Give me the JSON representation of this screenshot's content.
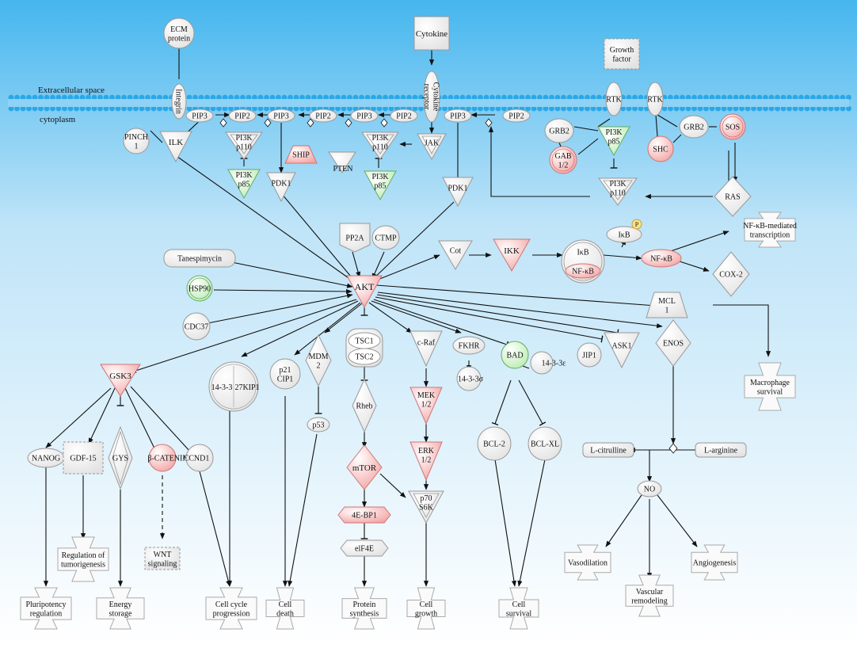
{
  "membrane": {
    "extracellular_label": "Extracellular space",
    "cytoplasm_label": "cytoplasm"
  },
  "nodes": {
    "ecm": [
      "ECM",
      "protein"
    ],
    "integrin": "Integrin",
    "cytokine": "Cytokine",
    "cyto_receptor": "Cytokine receptor",
    "growth_factor": [
      "Growth",
      "factor"
    ],
    "rtk1": "RTK",
    "rtk2": "RTK",
    "pip3_a": "PIP3",
    "pip2_a": "PIP2",
    "pip3_b": "PIP3",
    "pip2_b": "PIP2",
    "pip3_c": "PIP3",
    "pip2_c": "PIP2",
    "pip3_d": "PIP3",
    "pip2_d": "PIP2",
    "pinch": [
      "PINCH",
      "1"
    ],
    "ilk": "ILK",
    "pi3k_p110_a": [
      "PI3K",
      "p110"
    ],
    "pi3k_p85_a": [
      "PI3K",
      "p85"
    ],
    "ship": "SHIP",
    "pten": "PTEN",
    "pi3k_p110_b": [
      "PI3K",
      "p110"
    ],
    "pi3k_p85_b": [
      "PI3K",
      "p85"
    ],
    "jak": "JAK",
    "pdk1_a": "PDK1",
    "pdk1_b": "PDK1",
    "grb2_a": "GRB2",
    "gab": [
      "GAB",
      "1/2"
    ],
    "pi3k_p85_c": [
      "PI3K",
      "p85"
    ],
    "grb2_b": "GRB2",
    "sos": "SOS",
    "shc": "SHC",
    "pi3k_p110_c": [
      "PI3K",
      "p110"
    ],
    "ras": "RAS",
    "pp2a": "PP2A",
    "ctmp": "CTMP",
    "tanespimycin": "Tanespimycin",
    "hsp90": "HSP90",
    "cdc37": "CDC37",
    "akt": "AKT",
    "cot": "Cot",
    "ikk": "IKK",
    "ikb_complex_top": "IκB",
    "nfkb_complex": "NF-κB",
    "ikb_p": "IκB",
    "phospho": "P",
    "nfkb": "NF-κB",
    "nfkb_transcription": [
      "NF-κB-mediated",
      "transcription"
    ],
    "cox2": "COX-2",
    "mcl1": [
      "MCL",
      "1"
    ],
    "macrophage": [
      "Macrophage",
      "survival"
    ],
    "gsk3": "GSK3",
    "p2714": [
      "14-3-3",
      "27KIP1"
    ],
    "p21": [
      "p21",
      "CIP1"
    ],
    "mdm2": [
      "MDM",
      "2"
    ],
    "tsc1": "TSC1",
    "tsc2": "TSC2",
    "craf": "c-Raf",
    "fkhr": "FKHR",
    "f1433s": "14-3-3σ",
    "bad": "BAD",
    "f1433e": "14-3-3ε",
    "jip1": "JIP1",
    "ask1": "ASK1",
    "enos": "ENOS",
    "nanog": "NANOG",
    "gdf15": "GDF-15",
    "gys": "GYS",
    "bcatenin": "β-CATENIN",
    "ccnd1": "CCND1",
    "p53": "p53",
    "rheb": "Rheb",
    "mek": [
      "MEK",
      "1/2"
    ],
    "erk": [
      "ERK",
      "1/2"
    ],
    "bcl2": "BCL-2",
    "bclxl": "BCL-XL",
    "lcitrulline": "L-citrulline",
    "larginine": "L-arginine",
    "mtor": "mTOR",
    "no": "NO",
    "ebp1": "4E-BP1",
    "elf4e": "elF4E",
    "p70": [
      "p70",
      "S6K"
    ],
    "tumorigenesis": [
      "Regulation of",
      "tumorigenesis"
    ],
    "wnt": [
      "WNT",
      "signaling"
    ],
    "vasodilation": "Vasodilation",
    "angiogenesis": "Angiogenesis",
    "pluripotency": [
      "Pluripotency",
      "regulation"
    ],
    "energy": [
      "Energy",
      "storage"
    ],
    "cellcycle": [
      "Cell cycle",
      "progression"
    ],
    "celldeath": [
      "Cell",
      "death"
    ],
    "protein_synth": [
      "Protein",
      "synthesis"
    ],
    "cellgrowth": [
      "Cell",
      "growth"
    ],
    "cellsurvival": [
      "Cell",
      "survival"
    ],
    "vascular": [
      "Vascular",
      "remodeling"
    ]
  },
  "colors": {
    "background_top": "#45b6ee",
    "background_bottom": "#ffffff",
    "membrane": "#2aa7e6",
    "red_node": "#f4a3a3",
    "green_node": "#b9ecb0",
    "neutral_node": "#ffffff",
    "edge": "#111111"
  }
}
